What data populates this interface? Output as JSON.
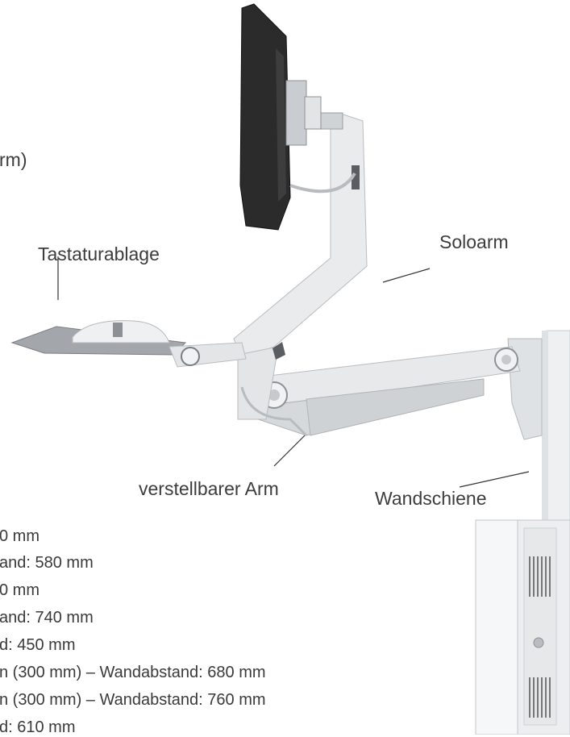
{
  "labels": {
    "partial_top": "rm)",
    "keyboard_tray": "Tastaturablage",
    "solo_arm": "Soloarm",
    "adjustable_arm": "verstellbarer Arm",
    "wall_rail": "Wandschiene"
  },
  "specs": [
    "0 mm",
    "and: 580 mm",
    "0 mm",
    "and: 740 mm",
    "d: 450 mm",
    "n (300 mm) – Wandabstand:  680 mm",
    "n (300 mm) – Wandabstand:  760 mm",
    "d: 610 mm"
  ],
  "colors": {
    "monitor": "#2b2b2b",
    "arm": "#e4e6e8",
    "arm_shadow": "#c9ccd0",
    "tray": "#9ea2a6",
    "wall": "#eef0f2",
    "leader_line": "#333333"
  }
}
